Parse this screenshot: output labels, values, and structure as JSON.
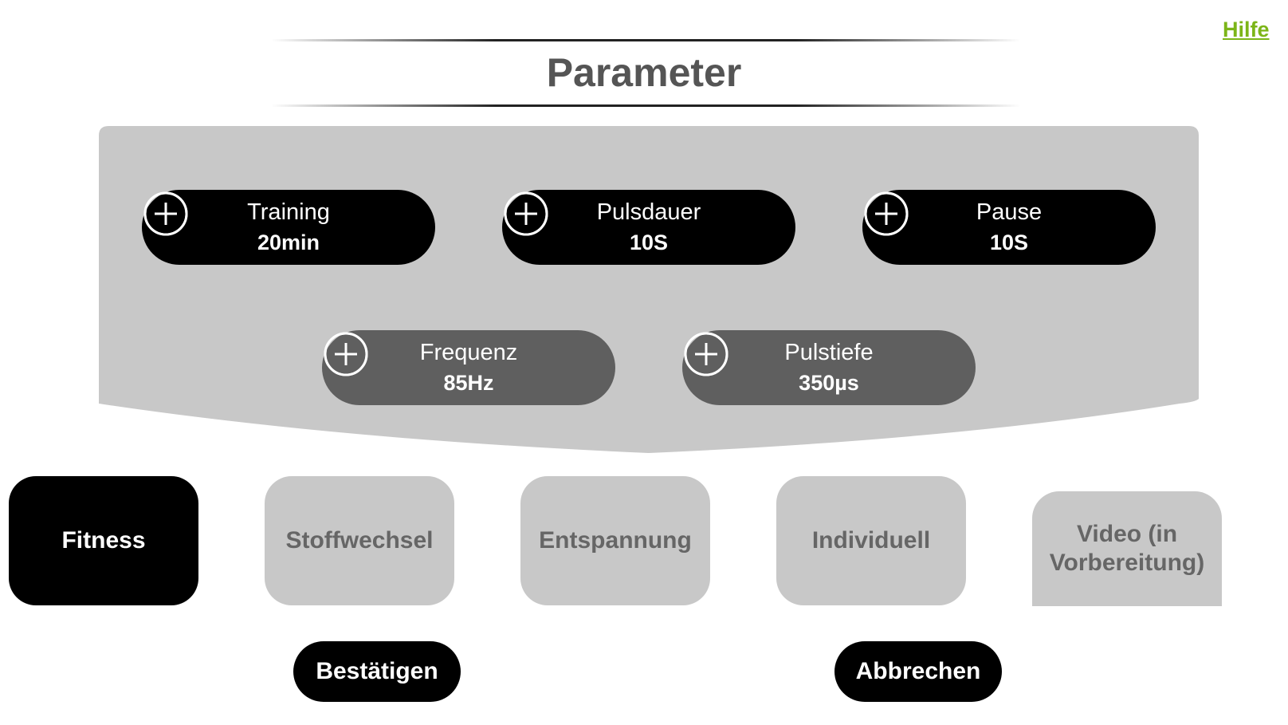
{
  "header": {
    "help_label": "Hilfe",
    "title": "Parameter"
  },
  "parameters": [
    {
      "label": "Training",
      "value": "20min"
    },
    {
      "label": "Pulsdauer",
      "value": "10S"
    },
    {
      "label": "Pause",
      "value": "10S"
    },
    {
      "label": "Frequenz",
      "value": "85Hz"
    },
    {
      "label": "Pulstiefe",
      "value": "350µs"
    }
  ],
  "modes": [
    {
      "label": "Fitness",
      "active": true
    },
    {
      "label": "Stoffwechsel",
      "active": false
    },
    {
      "label": "Entspannung",
      "active": false
    },
    {
      "label": "Individuell",
      "active": false
    },
    {
      "label": "Video (in Vorbereitung)",
      "active": false
    }
  ],
  "actions": {
    "confirm_label": "Bestätigen",
    "cancel_label": "Abbrechen"
  },
  "colors": {
    "accent_green": "#7cb518",
    "panel_gray": "#c8c8c8",
    "dark_pill": "#000000",
    "mid_pill": "#5f5f5f",
    "title_gray": "#555555"
  },
  "icons": {
    "increase": "plus-circle-icon",
    "decrease": "minus-circle-icon"
  }
}
